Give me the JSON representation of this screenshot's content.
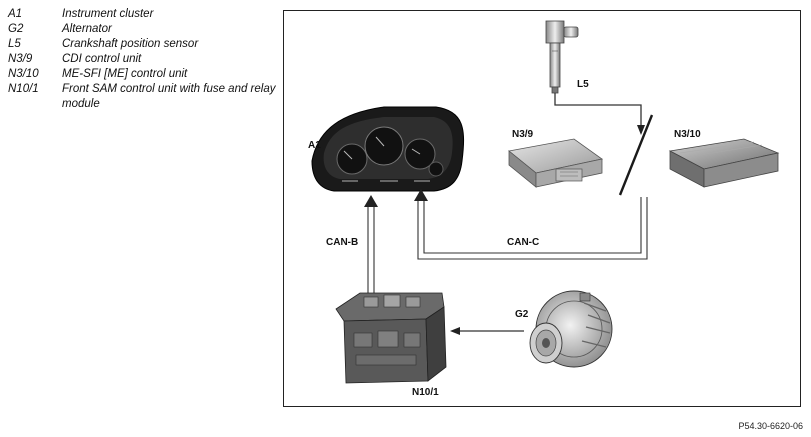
{
  "legend": [
    {
      "code": "A1",
      "description": "Instrument cluster"
    },
    {
      "code": "G2",
      "description": "Alternator"
    },
    {
      "code": "L5",
      "description": "Crankshaft position sensor"
    },
    {
      "code": "N3/9",
      "description": "CDI control unit"
    },
    {
      "code": "N3/10",
      "description": "ME-SFI [ME] control unit"
    },
    {
      "code": "N10/1",
      "description": "Front SAM control unit with fuse and relay module"
    }
  ],
  "diagram": {
    "labels": {
      "a1": "A1",
      "g2": "G2",
      "l5": "L5",
      "n3_9": "N3/9",
      "n3_10": "N3/10",
      "n10_1": "N10/1",
      "can_b": "CAN-B",
      "can_c": "CAN-C"
    }
  },
  "footer": {
    "reference": "P54.30-6620-06"
  }
}
